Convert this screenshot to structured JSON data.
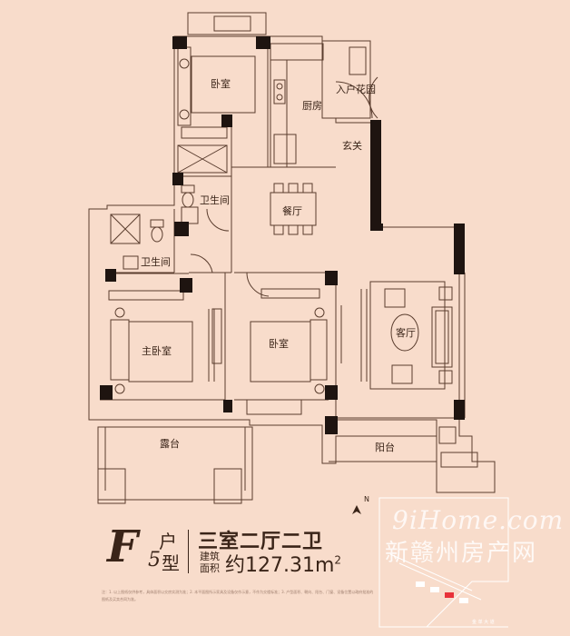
{
  "rooms": {
    "bedroom_top": "卧室",
    "kitchen": "厨房",
    "entry_garden": "入户花园",
    "foyer": "玄关",
    "bathroom_mid": "卫生间",
    "dining": "餐厅",
    "bathroom_left": "卫生间",
    "master_bedroom": "主卧室",
    "bedroom_mid": "卧室",
    "living_room": "客厅",
    "terrace": "露台",
    "balcony": "阳台"
  },
  "unit": {
    "type_letter": "F",
    "type_char_hu": "户",
    "type_number": "5",
    "type_char_xing": "型",
    "layout": "三室二厅二卫",
    "area_label": "建筑面积",
    "area_value": "约127.31m",
    "area_sup": "2"
  },
  "compass": {
    "north": "N"
  },
  "watermark": {
    "latin": "9iHome.com",
    "chinese": "新赣州房产网"
  },
  "site_map": {
    "road_label": "金 单 大 道"
  },
  "disclaimer": "注：1. 以上图纸仅供参考，具体面积以交房实测为准；2. 本平面图所示家具及设备仅作示意，不作为交楼标准；3. 户型面积、朝向、阳台、门窗、设备位置以政府批准的图纸及买卖合同为准。",
  "colors": {
    "background": "#f8dccb",
    "wall": "#1e1410",
    "line": "#5a3d2e",
    "text": "#3a2418"
  }
}
